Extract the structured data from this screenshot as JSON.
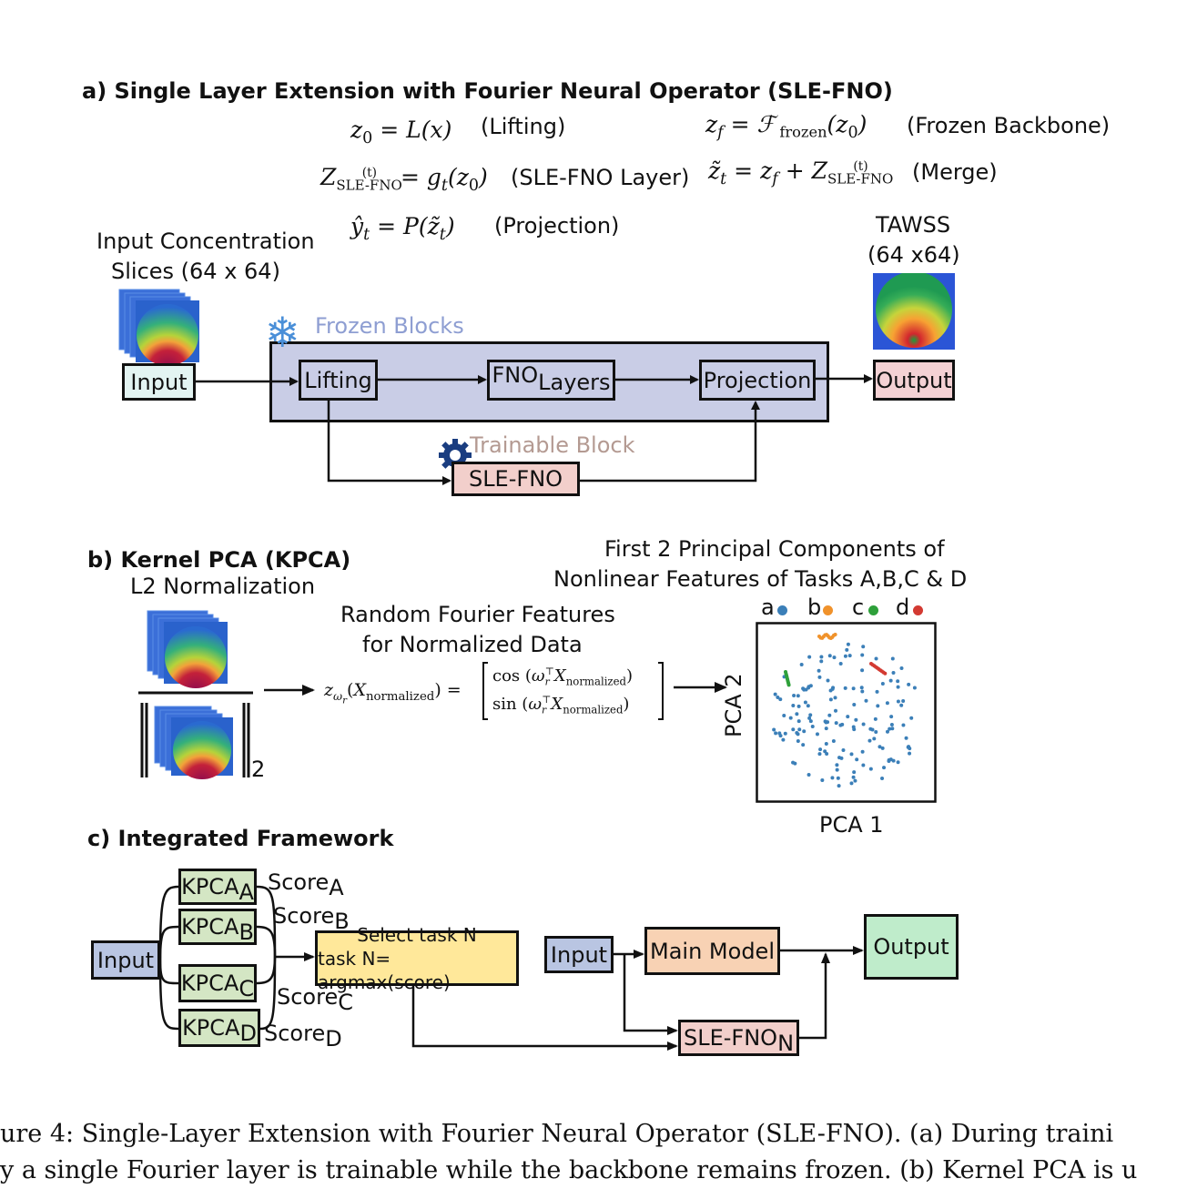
{
  "section_a": {
    "title": "a) Single Layer Extension with Fourier Neural Operator (SLE-FNO)",
    "eq_lifting": "(Lifting)",
    "eq_frozen": "(Frozen Backbone)",
    "eq_sle": "(SLE-FNO Layer)",
    "eq_merge": "(Merge)",
    "eq_projection": "(Projection)",
    "input_label_line1": "Input Concentration",
    "input_label_line2": "Slices (64 x 64)",
    "output_label_line1": "TAWSS",
    "output_label_line2": "(64 x64)",
    "frozen_blocks": "Frozen Blocks",
    "trainable_block": "Trainable Block",
    "input": "Input",
    "lifting": "Lifting",
    "fno_main": "FNO",
    "fno_sub": "Layers",
    "projection": "Projection",
    "output": "Output",
    "sle_fno": "SLE-FNO"
  },
  "section_b": {
    "title": "b) Kernel PCA (KPCA)",
    "l2": "L2 Normalization",
    "norm_sub": "2",
    "rff_line1": "Random Fourier Features",
    "rff_line2": "for Normalized Data",
    "pc_line1": "First 2 Principal Components of",
    "pc_line2": "Nonlinear Features of Tasks A,B,C & D",
    "legend": [
      {
        "label": "a",
        "color": "#3b7fb8"
      },
      {
        "label": "b",
        "color": "#f0922b"
      },
      {
        "label": "c",
        "color": "#2ea03a"
      },
      {
        "label": "d",
        "color": "#d33a32"
      }
    ],
    "xlabel": "PCA 1",
    "ylabel": "PCA 2"
  },
  "section_c": {
    "title": "c) Integrated Framework",
    "input": "Input",
    "kpca": "KPCA",
    "kpca_subs": [
      "A",
      "B",
      "C",
      "D"
    ],
    "score": "Score",
    "select_line1": "Select task N",
    "select_line2": "task N= argmax(score)",
    "input2": "Input",
    "main_model": "Main Model",
    "sle_fno": "SLE-FNO",
    "sle_sub": "N",
    "output": "Output"
  },
  "caption": {
    "line1": "ure 4: Single-Layer Extension with Fourier Neural Operator (SLE-FNO). (a) During traini",
    "line2": "y a single Fourier layer is trainable while the backbone remains frozen. (b) Kernel PCA is u"
  },
  "colors": {
    "frozen_bg": "#c9cde6",
    "input_box": "#e3f4f2",
    "output_box": "#f4d1d4",
    "sle_box": "#f2cfcb",
    "kpca_box": "#d4e6c4",
    "select_box": "#ffe89a",
    "input_c_box": "#b9c5e2",
    "main_model_box": "#f8d2b4",
    "output_c_box": "#bfeccb",
    "frozen_text": "#8e9ed2",
    "trainable_text": "#b49a92"
  }
}
